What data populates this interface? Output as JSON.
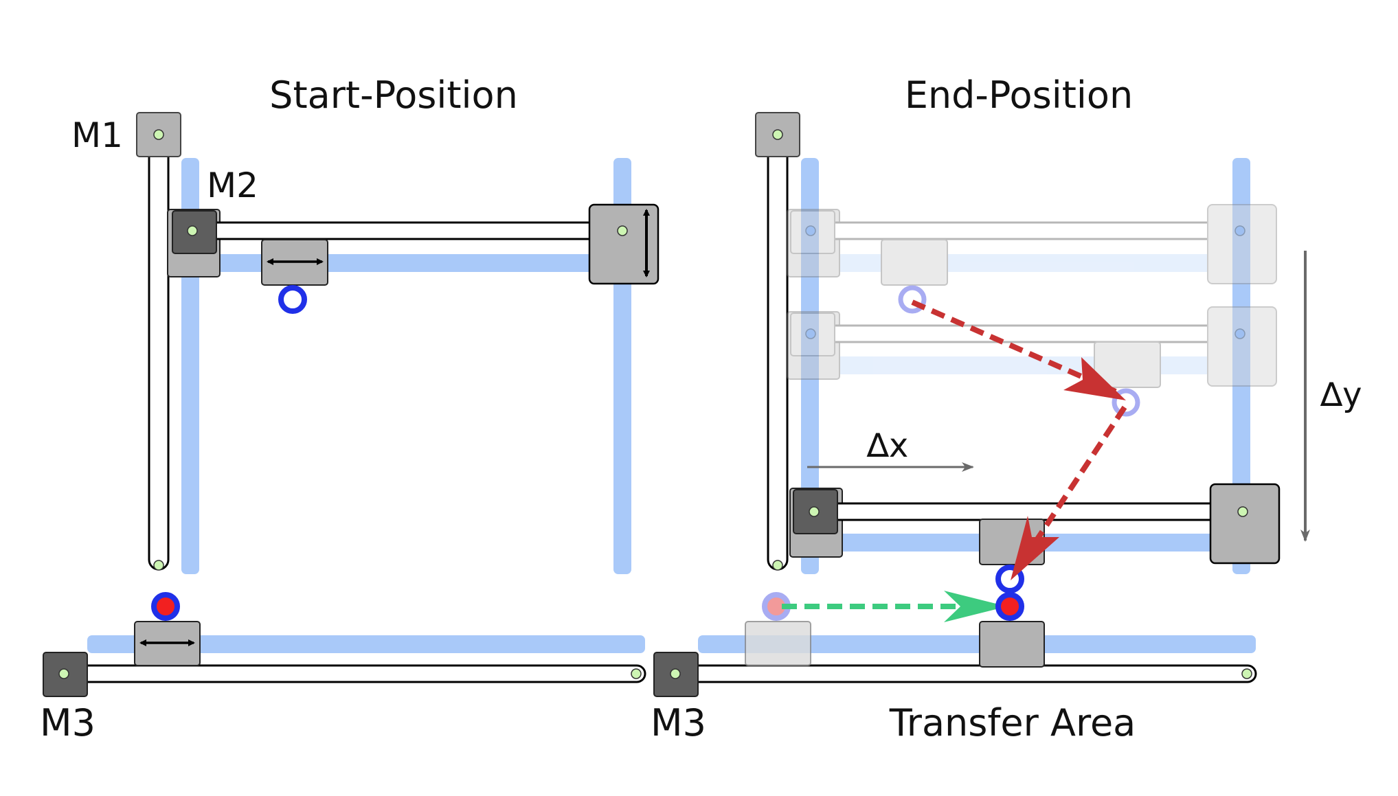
{
  "left_panel": {
    "title": "Start-Position",
    "motor_labels": {
      "m1": "M1",
      "m2": "M2",
      "m3": "M3"
    }
  },
  "right_panel": {
    "title": "End-Position",
    "motor_labels": {
      "m3": "M3"
    },
    "delta_x_label": "∆x",
    "delta_y_label": "∆y",
    "transfer_area_label": "Transfer Area"
  },
  "colors": {
    "rail_blue": "#a9c9f9",
    "rail_blue_faded": "#e3edfc",
    "motor_dark": "#5e5e5e",
    "carriage_gray": "#b3b3b3",
    "ghost_gray": "#e6e6e6",
    "pulley_green": "#cdf5b3",
    "ring_blue": "#2030e8",
    "ring_blue_faded": "#a8acf2",
    "dot_red": "#f22020",
    "path_red": "#c83232",
    "path_green": "#3dcb7f",
    "arrow_gray": "#6a6a6a"
  },
  "icons": {
    "horizontal_double_arrow": "horizontal-double-arrow-icon",
    "vertical_double_arrow": "vertical-double-arrow-icon"
  }
}
